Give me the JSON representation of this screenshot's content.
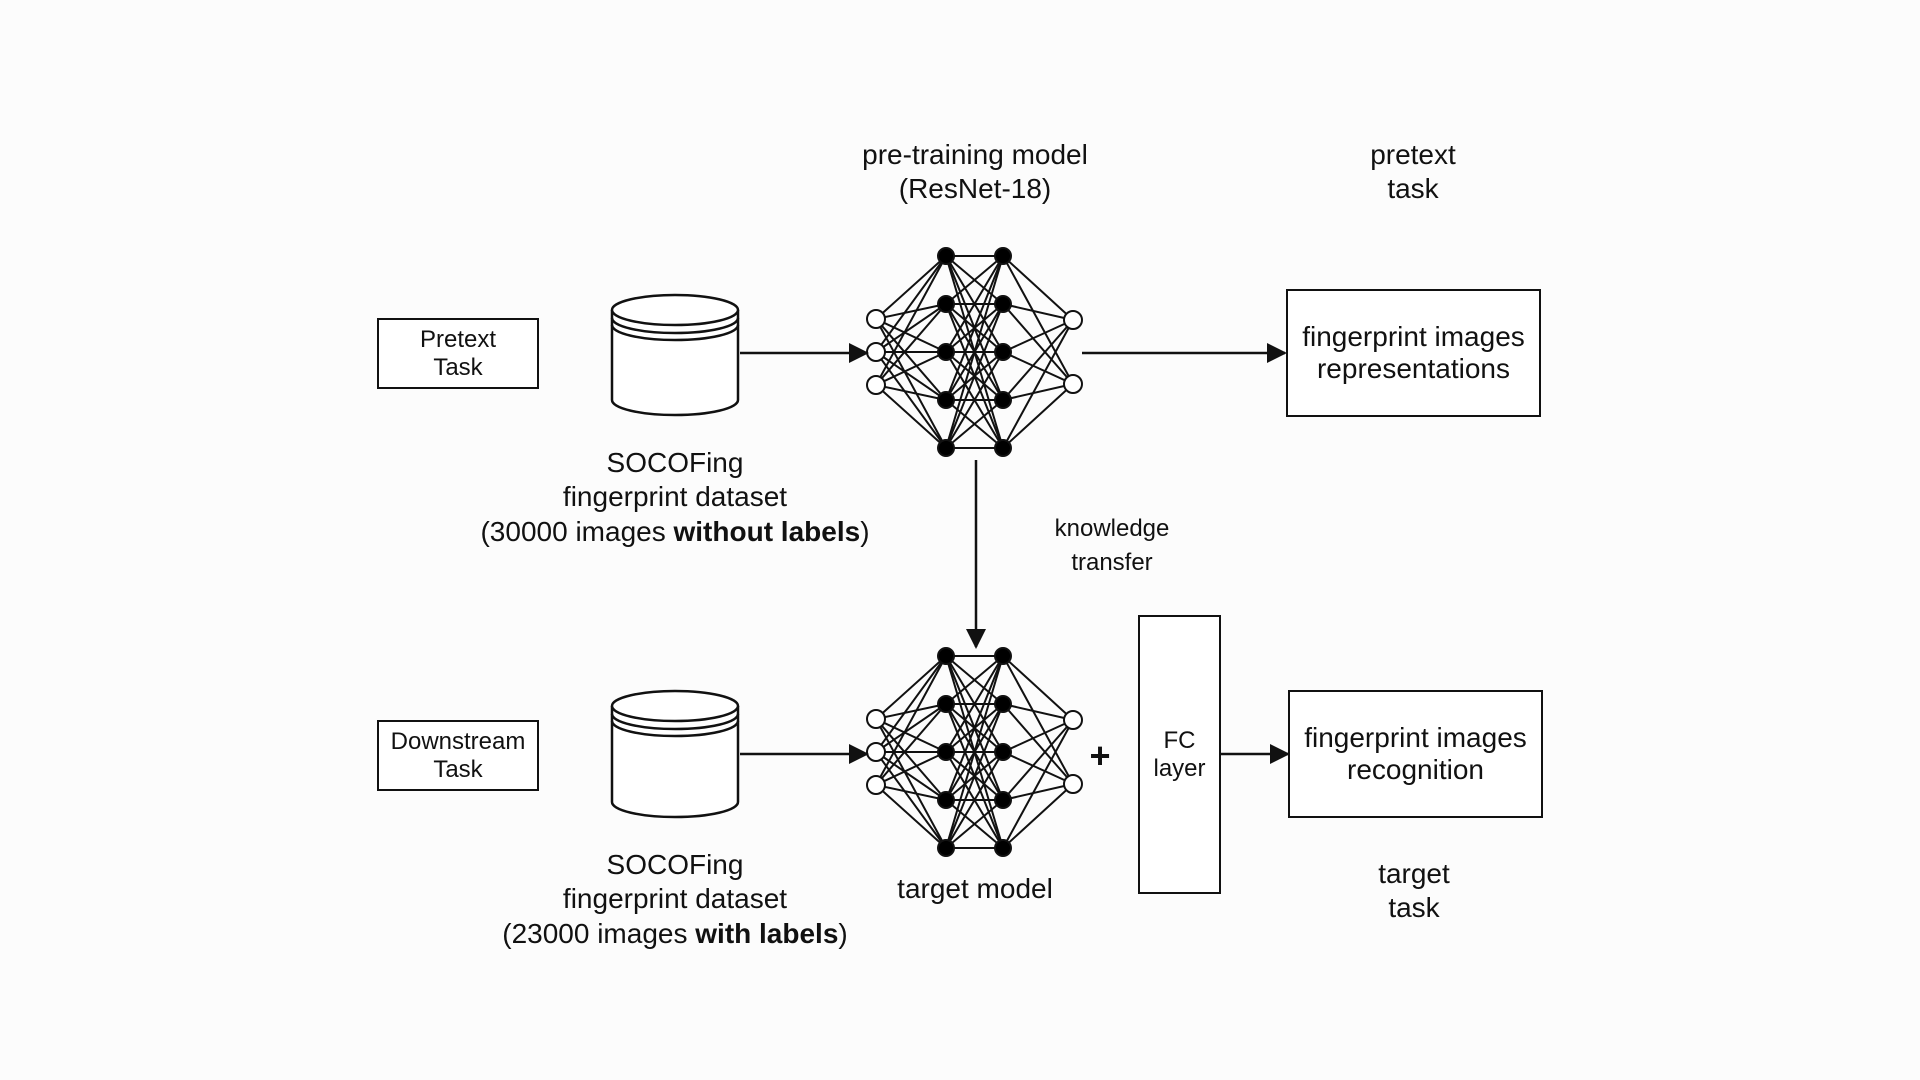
{
  "diagram": {
    "pretext_task": {
      "left_box": [
        "Pretext",
        "Task"
      ],
      "model_title": [
        "pre-training model",
        "(ResNet-18)"
      ],
      "right_title": [
        "pretext",
        "task"
      ],
      "output_box": [
        "fingerprint images",
        "representations"
      ],
      "dataset_label": {
        "line1": "SOCOFing",
        "line2": "fingerprint dataset",
        "line3_prefix": "(30000 images ",
        "line3_bold": "without labels",
        "line3_suffix": ")"
      }
    },
    "transfer": [
      "knowledge",
      "transfer"
    ],
    "downstream_task": {
      "left_box": [
        "Downstream",
        "Task"
      ],
      "model_title": "target model",
      "plus": "+",
      "fc_box": [
        "FC",
        "layer"
      ],
      "output_box": [
        "fingerprint images",
        "recognition"
      ],
      "right_title": [
        "target",
        "task"
      ],
      "dataset_label": {
        "line1": "SOCOFing",
        "line2": "fingerprint dataset",
        "line3_prefix": "(23000 images ",
        "line3_bold": "with labels",
        "line3_suffix": ")"
      }
    },
    "colors": {
      "stroke": "#111111",
      "background": "#fcfcfc",
      "node_filled": "#000000",
      "node_hollow": "#ffffff"
    }
  }
}
